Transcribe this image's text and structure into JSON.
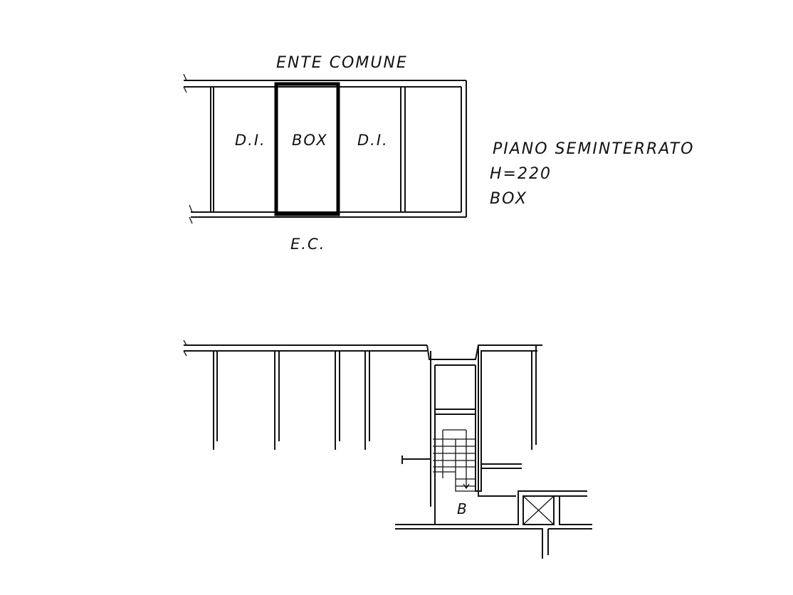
{
  "plan": {
    "top_label": "ENTE COMUNE",
    "rooms": [
      "D.I.",
      "BOX",
      "D.I."
    ],
    "bottom_label": "E.C.",
    "stair_label": "B"
  },
  "legend": {
    "floor": "PIANO SEMINTERRATO",
    "height": "H=220",
    "unit": "BOX"
  }
}
